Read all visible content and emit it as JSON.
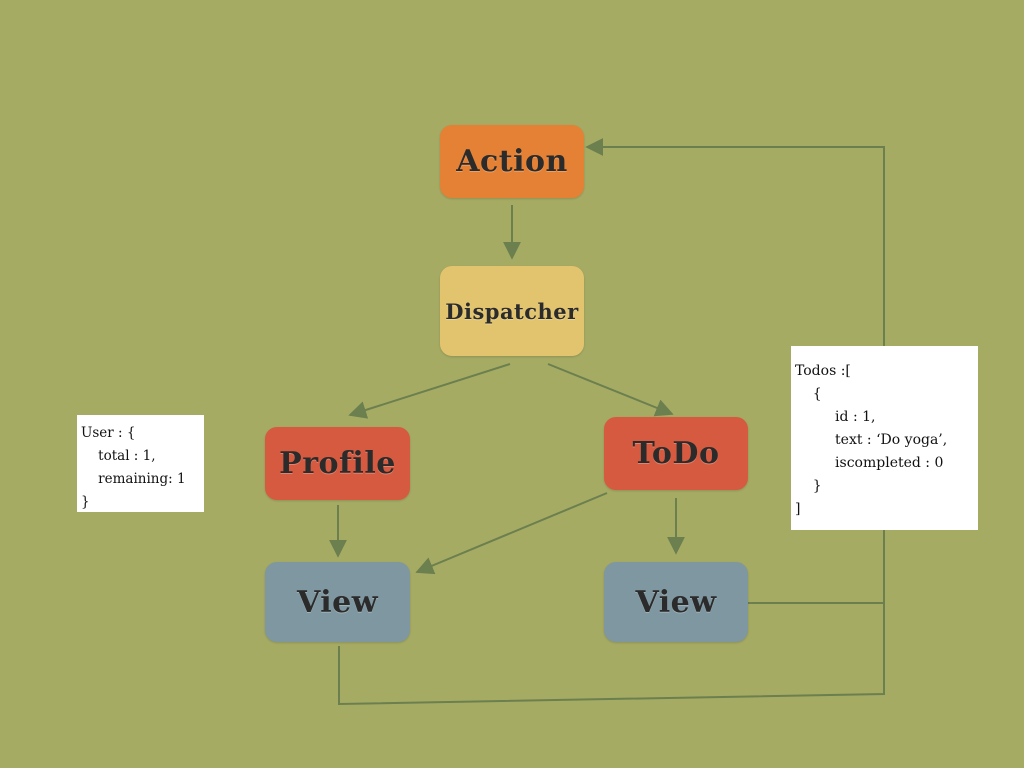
{
  "nodes": {
    "action": {
      "label": "Action",
      "color": "#e58134"
    },
    "dispatcher": {
      "label": "Dispatcher",
      "color": "#e2c46e"
    },
    "profile": {
      "label": "Profile",
      "color": "#d65a3f"
    },
    "todo": {
      "label": "ToDo",
      "color": "#d65a3f"
    },
    "view_left": {
      "label": "View",
      "color": "#7f97a0"
    },
    "view_right": {
      "label": "View",
      "color": "#7f97a0"
    }
  },
  "notes": {
    "user": {
      "lines": [
        "User : {",
        "    total : 1,",
        "    remaining: 1",
        "}"
      ]
    },
    "todos": {
      "lines": [
        "Todos :[",
        "    {",
        "         id : 1,",
        "         text : ‘Do yoga’,",
        "         iscompleted : 0",
        "    }",
        "]"
      ]
    }
  },
  "colors": {
    "background": "#a6ab64",
    "connector": "#6b7f4f"
  }
}
